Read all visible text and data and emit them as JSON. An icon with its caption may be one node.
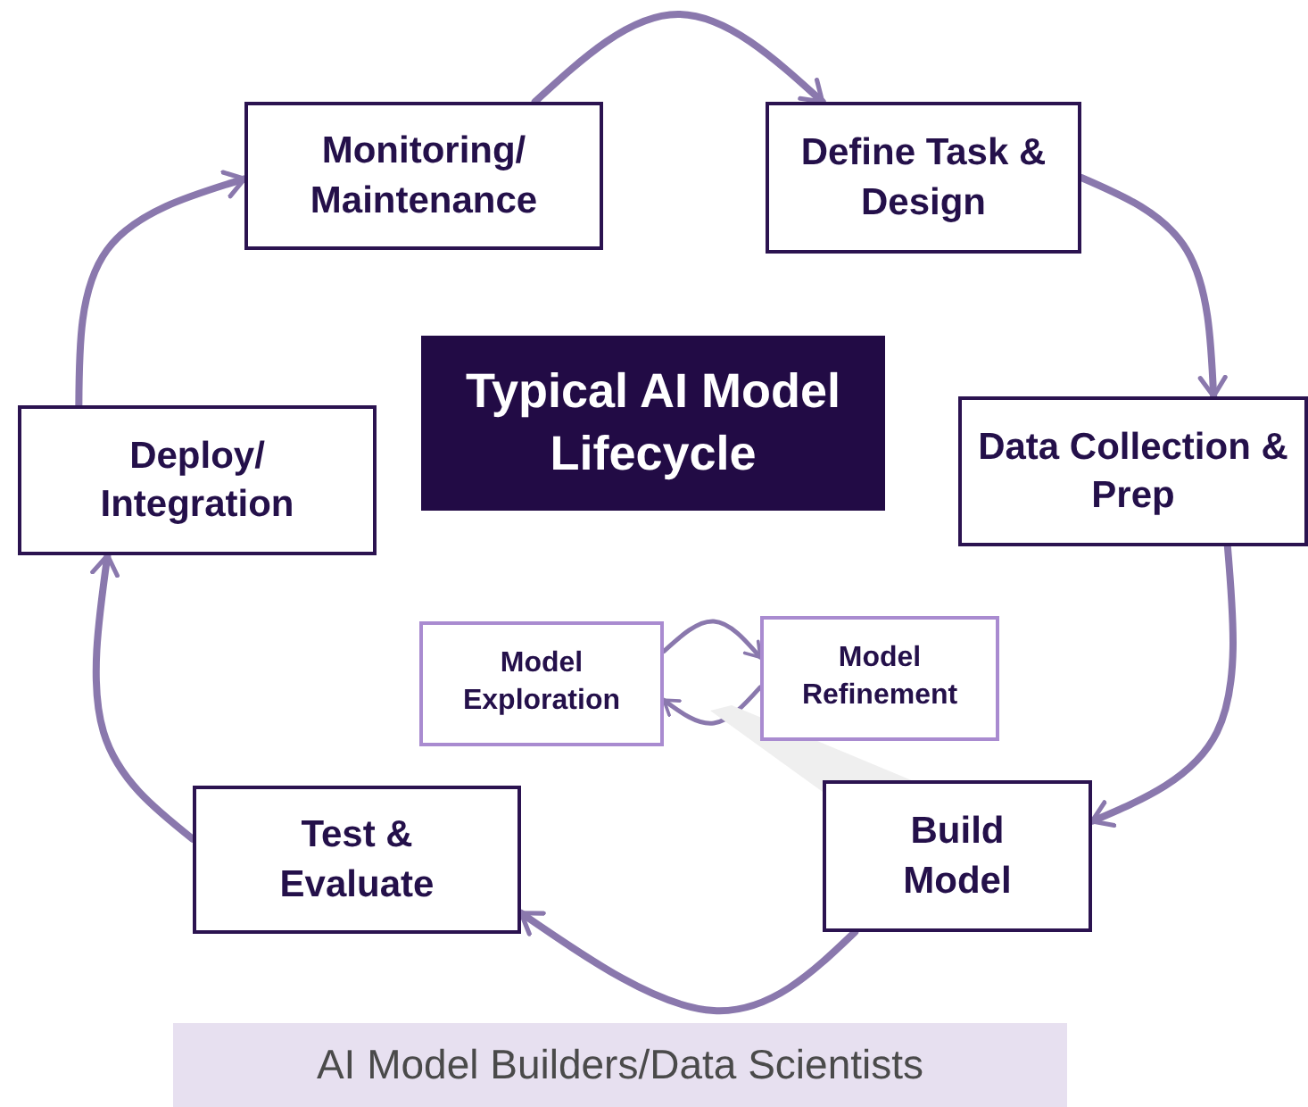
{
  "diagram": {
    "nodes": [
      {
        "text": [
          "Monitoring/ Maintenance"
        ]
      },
      {
        "text": [
          "Define Task & Design"
        ]
      },
      {
        "text": [
          "Typical AI Model Lifecycle"
        ]
      },
      {
        "text": [
          "Deploy/ Integration"
        ]
      },
      {
        "text": [
          "Data Collection & Prep"
        ]
      },
      {
        "text": [
          "Model Exploration"
        ]
      },
      {
        "text": [
          "Model Refinement"
        ]
      },
      {
        "text": [
          "Test & Evaluate"
        ]
      },
      {
        "text": [
          "Build Model"
        ]
      },
      {
        "text": [
          "AI Model Builders/Data Scientists"
        ]
      },
      {
        "text": [],
        "shape": "wedge"
      }
    ],
    "edges": [
      {
        "from": 0,
        "to": 1,
        "arrow": "to"
      },
      {
        "from": 1,
        "to": 4,
        "arrow": "to"
      },
      {
        "from": 4,
        "to": 8,
        "arrow": "to"
      },
      {
        "from": 8,
        "to": 7,
        "arrow": "to"
      },
      {
        "from": 7,
        "to": 3,
        "arrow": "to"
      },
      {
        "from": 3,
        "to": 0,
        "arrow": "to"
      },
      {
        "from": 5,
        "to": 6,
        "arrow": "to"
      },
      {
        "from": 6,
        "to": 5,
        "arrow": "to"
      }
    ]
  }
}
